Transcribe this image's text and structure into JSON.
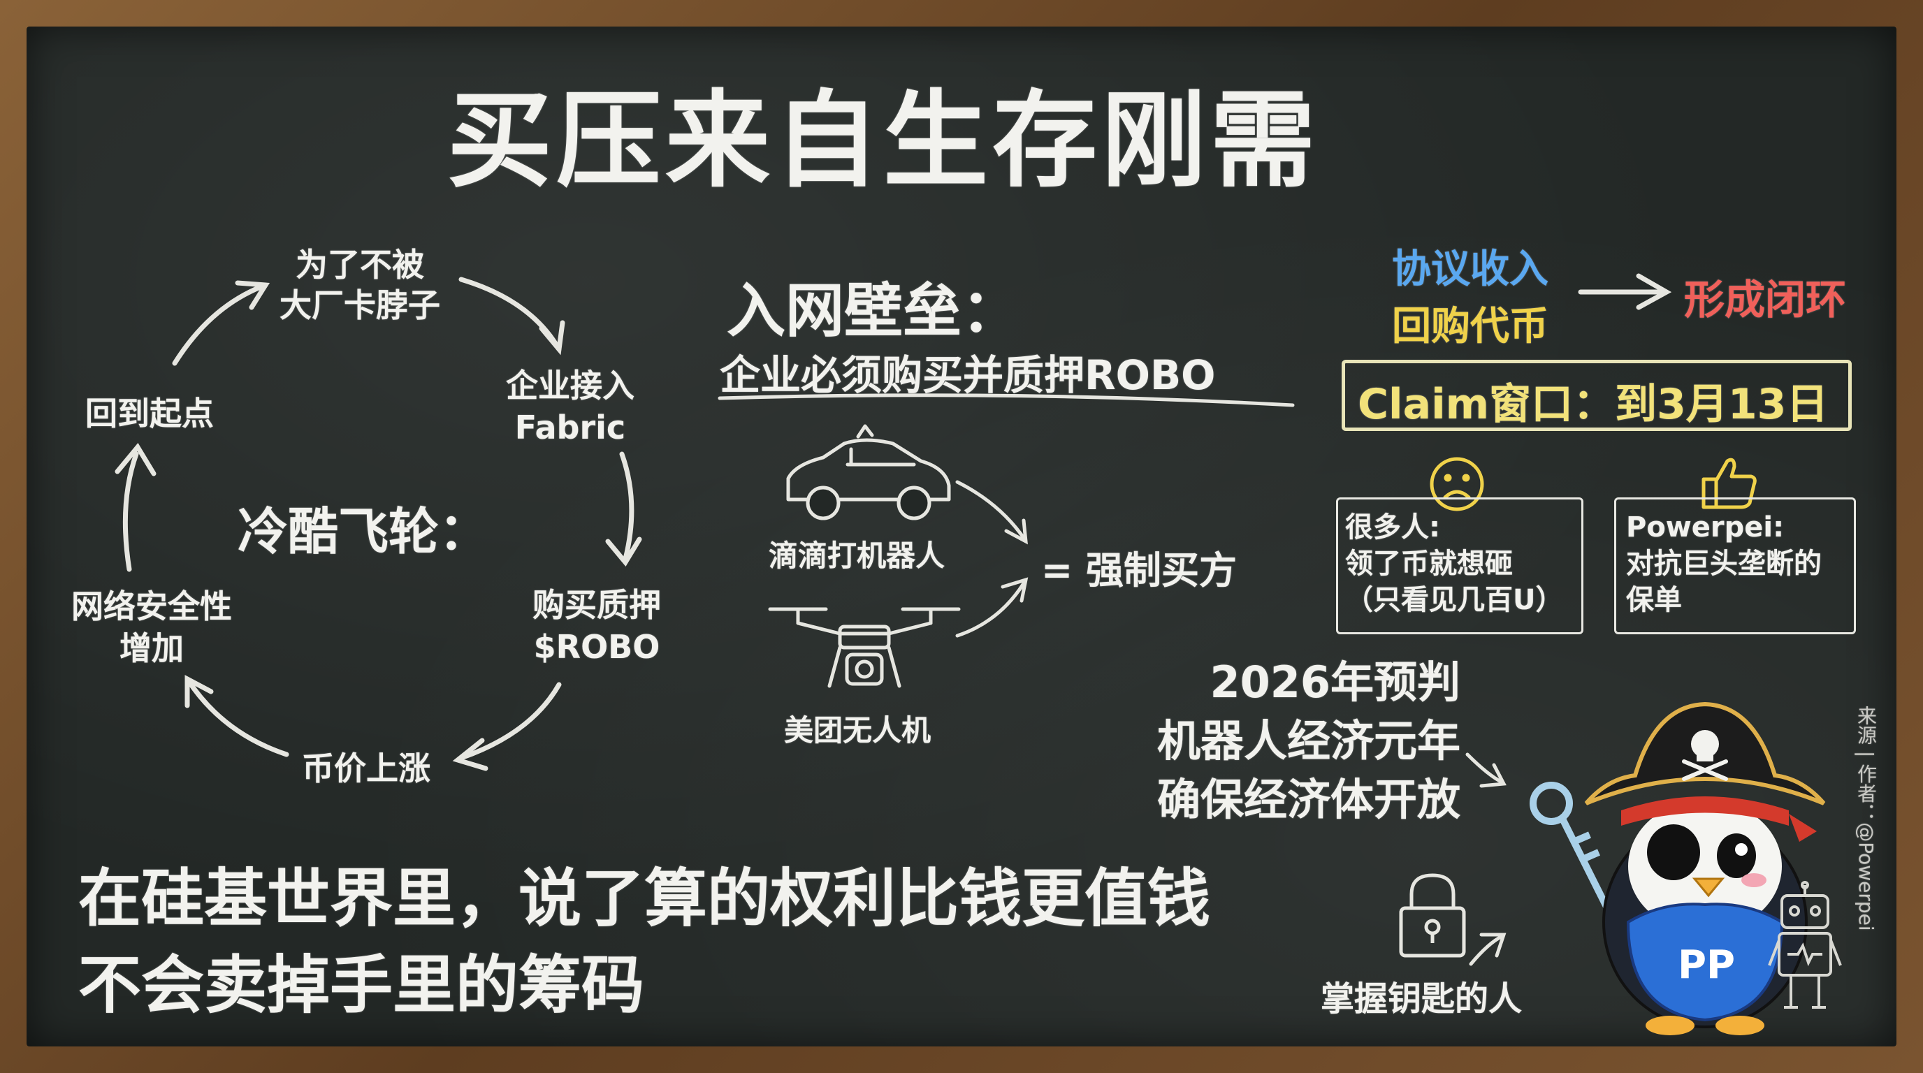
{
  "title": "买压来自生存刚需",
  "flywheel": {
    "heading": "冷酷飞轮：",
    "steps": [
      {
        "lines": [
          "为了不被",
          "大厂卡脖子"
        ]
      },
      {
        "lines": [
          "企业接入",
          "Fabric"
        ]
      },
      {
        "lines": [
          "购买质押",
          "$ROBO"
        ]
      },
      {
        "lines": [
          "币价上涨"
        ]
      },
      {
        "lines": [
          "网络安全性",
          "增加"
        ]
      },
      {
        "lines": [
          "回到起点"
        ]
      }
    ]
  },
  "barrier": {
    "heading": "入网壁垒：",
    "subtitle": "企业必须购买并质押ROBO",
    "examples": [
      "滴滴打机器人",
      "美团无人机"
    ],
    "result": "= 强制买方"
  },
  "revenue": {
    "line1": "协议收入",
    "line2": "回购代币",
    "result": "形成闭环",
    "colors": {
      "line1": "#5aa8f0",
      "line2": "#f0d24a",
      "result": "#f0605a"
    }
  },
  "claim": {
    "text": "Claim窗口：到3月13日",
    "color": "#f2e27a"
  },
  "opinions": [
    {
      "icon": "sad-face-icon",
      "lines": [
        "很多人:",
        "领了币就想砸",
        "（只看见几百U）"
      ]
    },
    {
      "icon": "thumbs-up-icon",
      "lines": [
        "Powerpei:",
        "对抗巨头垄断的",
        "保单"
      ]
    }
  ],
  "prediction": {
    "lines": [
      "2026年预判",
      "机器人经济元年",
      "确保经济体开放"
    ]
  },
  "key_label": "掌握钥匙的人",
  "bottom": {
    "lines": [
      "在硅基世界里，说了算的权利比钱更值钱",
      "不会卖掉手里的筹码"
    ]
  },
  "source": "来源 | 作者：@Powerpei",
  "mascot_shirt": "PP"
}
